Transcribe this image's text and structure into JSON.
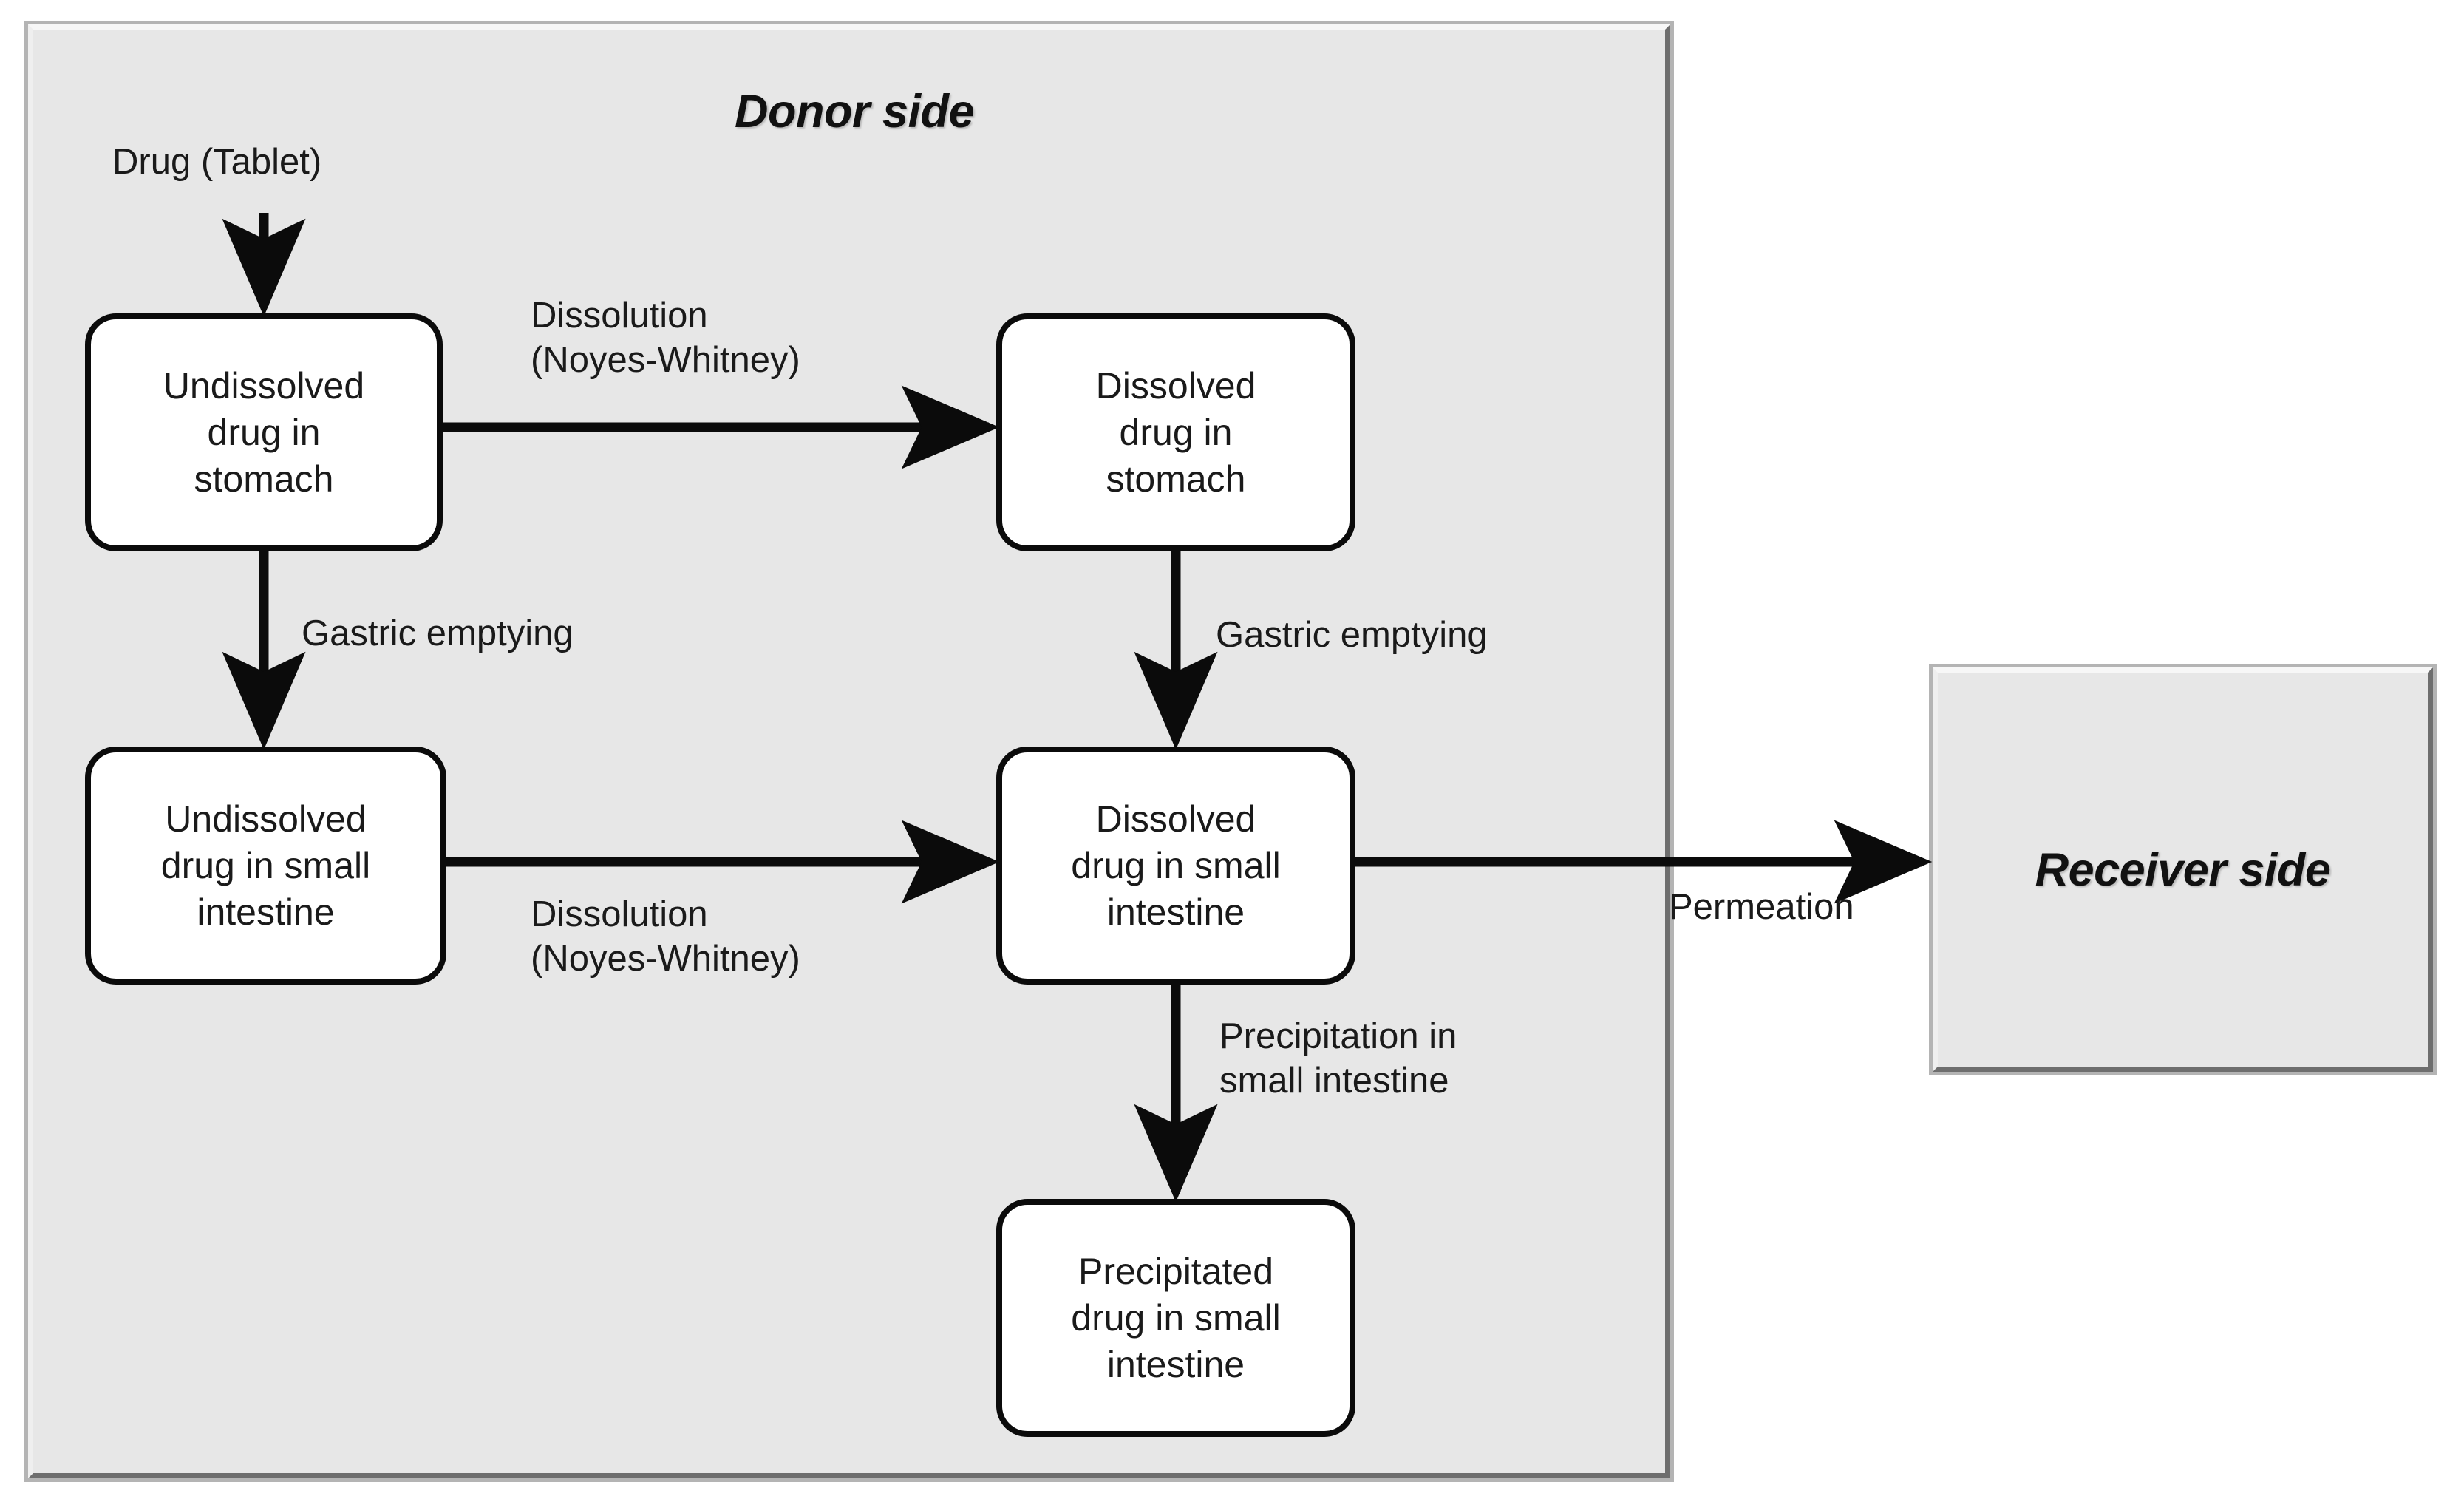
{
  "diagram": {
    "title": "Donor side / Receiver side drug absorption flow diagram",
    "panels": {
      "donor": {
        "title": "Donor side"
      },
      "receiver": {
        "title": "Receiver side"
      }
    },
    "nodes": [
      {
        "id": "undissolved-stomach",
        "label": "Undissolved\ndrug in\nstomach"
      },
      {
        "id": "dissolved-stomach",
        "label": "Dissolved\ndrug in\nstomach"
      },
      {
        "id": "undissolved-intestine",
        "label": "Undissolved\ndrug in small\nintestine"
      },
      {
        "id": "dissolved-intestine",
        "label": "Dissolved\ndrug in small\nintestine"
      },
      {
        "id": "precipitated-intestine",
        "label": "Precipitated\ndrug in small\nintestine"
      }
    ],
    "edges": [
      {
        "id": "drug-tablet",
        "label": "Drug (Tablet)",
        "from": "input",
        "to": "undissolved-stomach"
      },
      {
        "id": "dissolution-top",
        "label": "Dissolution\n(Noyes-Whitney)",
        "from": "undissolved-stomach",
        "to": "dissolved-stomach"
      },
      {
        "id": "gastric-left",
        "label": "Gastric emptying",
        "from": "undissolved-stomach",
        "to": "undissolved-intestine"
      },
      {
        "id": "gastric-right",
        "label": "Gastric emptying",
        "from": "dissolved-stomach",
        "to": "dissolved-intestine"
      },
      {
        "id": "dissolution-bottom",
        "label": "Dissolution\n(Noyes-Whitney)",
        "from": "undissolved-intestine",
        "to": "dissolved-intestine"
      },
      {
        "id": "precipitation",
        "label": "Precipitation in\nsmall intestine",
        "from": "dissolved-intestine",
        "to": "precipitated-intestine"
      },
      {
        "id": "permeation",
        "label": "Permeation",
        "from": "dissolved-intestine",
        "to": "receiver"
      }
    ],
    "colors": {
      "panel_fill": "#e7e7e7",
      "node_fill": "#ffffff",
      "node_stroke": "#0b0b0b",
      "text": "#1a1a1a",
      "background": "#ffffff"
    }
  }
}
